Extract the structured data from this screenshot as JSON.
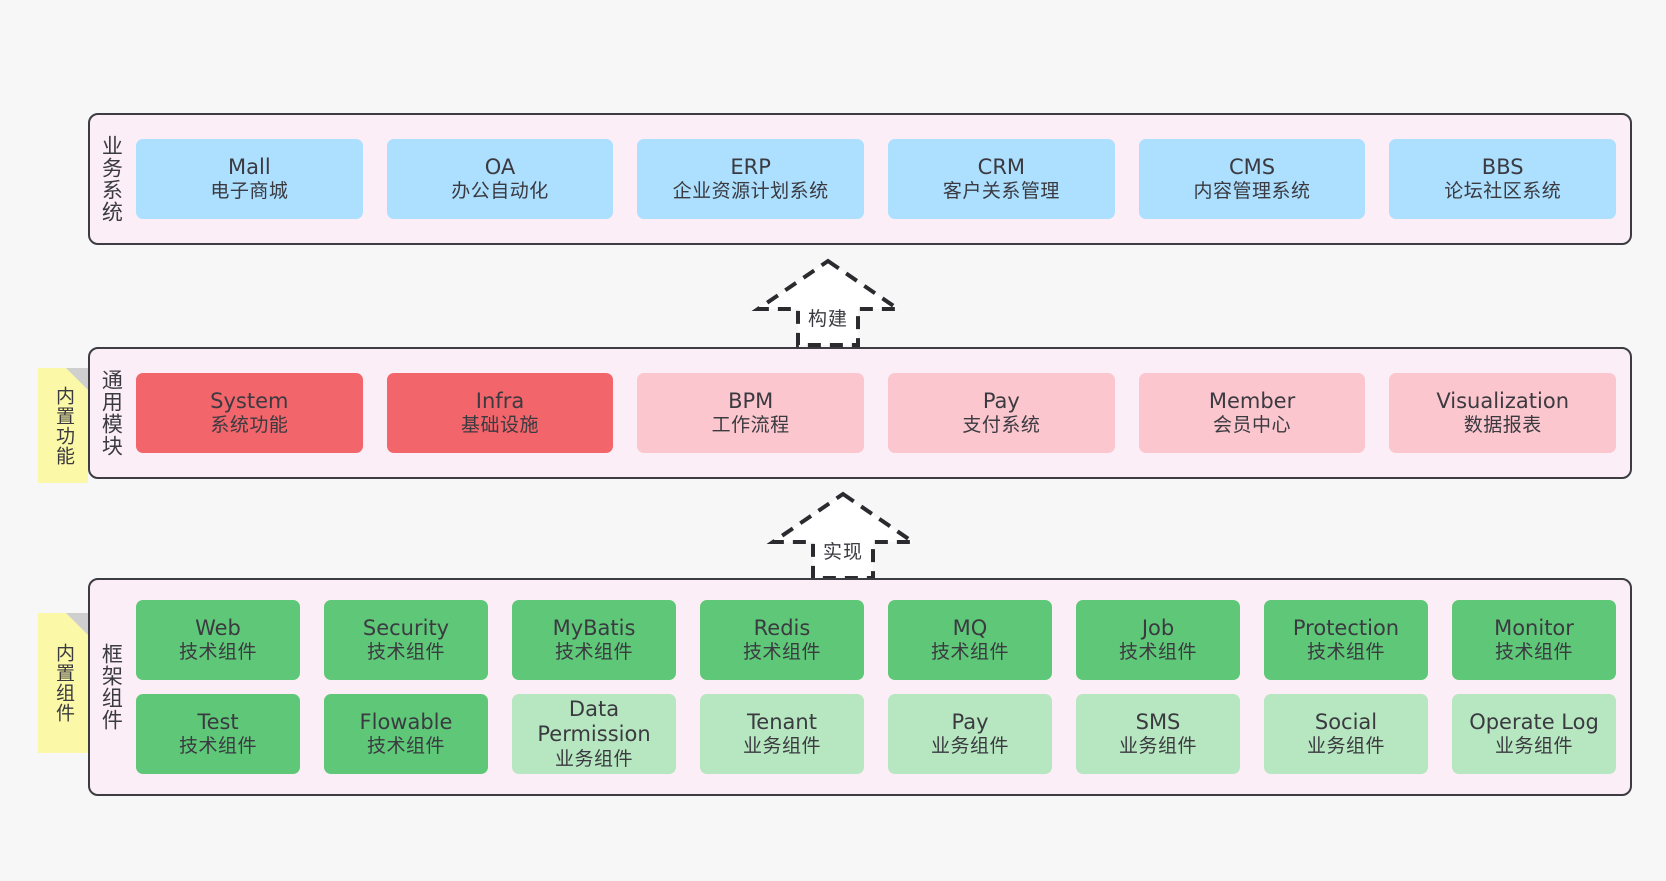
{
  "layers": [
    {
      "id": "business",
      "label": "业务系统",
      "rows": [
        [
          {
            "en": "Mall",
            "cn": "电子商城",
            "color": "#addfff"
          },
          {
            "en": "OA",
            "cn": "办公自动化",
            "color": "#addfff"
          },
          {
            "en": "ERP",
            "cn": "企业资源计划系统",
            "color": "#addfff"
          },
          {
            "en": "CRM",
            "cn": "客户关系管理",
            "color": "#addfff"
          },
          {
            "en": "CMS",
            "cn": "内容管理系统",
            "color": "#addfff"
          },
          {
            "en": "BBS",
            "cn": "论坛社区系统",
            "color": "#addfff"
          }
        ]
      ]
    },
    {
      "id": "common",
      "label": "通用模块",
      "note": "内置功能",
      "rows": [
        [
          {
            "en": "System",
            "cn": "系统功能",
            "color": "#f2656b"
          },
          {
            "en": "Infra",
            "cn": "基础设施",
            "color": "#f2656b"
          },
          {
            "en": "BPM",
            "cn": "工作流程",
            "color": "#fbc6ce"
          },
          {
            "en": "Pay",
            "cn": "支付系统",
            "color": "#fbc6ce"
          },
          {
            "en": "Member",
            "cn": "会员中心",
            "color": "#fbc6ce"
          },
          {
            "en": "Visualization",
            "cn": "数据报表",
            "color": "#fbc6ce"
          }
        ]
      ]
    },
    {
      "id": "framework",
      "label": "框架组件",
      "note": "内置组件",
      "rows": [
        [
          {
            "en": "Web",
            "cn": "技术组件",
            "color": "#5fc878"
          },
          {
            "en": "Security",
            "cn": "技术组件",
            "color": "#5fc878"
          },
          {
            "en": "MyBatis",
            "cn": "技术组件",
            "color": "#5fc878"
          },
          {
            "en": "Redis",
            "cn": "技术组件",
            "color": "#5fc878"
          },
          {
            "en": "MQ",
            "cn": "技术组件",
            "color": "#5fc878"
          },
          {
            "en": "Job",
            "cn": "技术组件",
            "color": "#5fc878"
          },
          {
            "en": "Protection",
            "cn": "技术组件",
            "color": "#5fc878"
          },
          {
            "en": "Monitor",
            "cn": "技术组件",
            "color": "#5fc878"
          }
        ],
        [
          {
            "en": "Test",
            "cn": "技术组件",
            "color": "#5fc878"
          },
          {
            "en": "Flowable",
            "cn": "技术组件",
            "color": "#5fc878"
          },
          {
            "en": "Data Permission",
            "cn": "业务组件",
            "color": "#b7e7c0",
            "wrap": true
          },
          {
            "en": "Tenant",
            "cn": "业务组件",
            "color": "#b7e7c0"
          },
          {
            "en": "Pay",
            "cn": "业务组件",
            "color": "#b7e7c0"
          },
          {
            "en": "SMS",
            "cn": "业务组件",
            "color": "#b7e7c0"
          },
          {
            "en": "Social",
            "cn": "业务组件",
            "color": "#b7e7c0"
          },
          {
            "en": "Operate Log",
            "cn": "业务组件",
            "color": "#b7e7c0"
          }
        ]
      ]
    }
  ],
  "arrows": [
    {
      "id": "build",
      "label": "构建"
    },
    {
      "id": "implement",
      "label": "实现"
    }
  ],
  "colors": {
    "container_bg": "#fbeef6",
    "container_border": "#3c3c42",
    "note_bg": "#fbf8a8",
    "note_fold": "#cfcfcf",
    "text": "#3a3a40",
    "canvas_bg": "#f7f7f7"
  }
}
